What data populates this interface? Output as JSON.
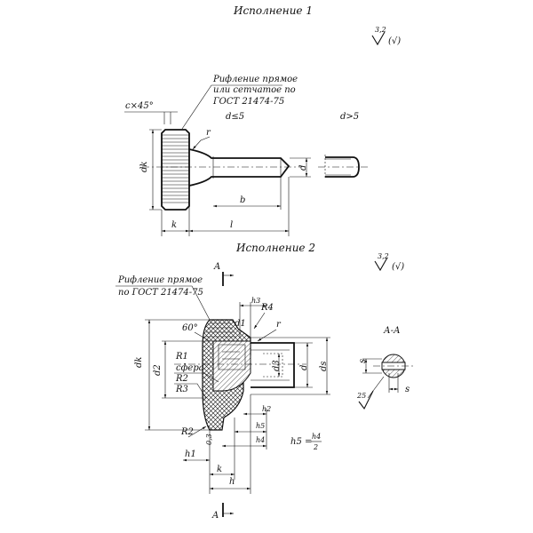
{
  "version1": {
    "title": "Исполнение 1",
    "roughness": {
      "value": "3,2",
      "paren": "(√)"
    },
    "knurl_note": [
      "Рифление прямое",
      "или сетчатое по",
      "ГОСТ 21474-75"
    ],
    "chamfer": "c×45°",
    "cond_small": "d≤5",
    "cond_large": "d>5",
    "dim_r": "r",
    "dim_dk": "dk",
    "dim_d": "d",
    "dim_b": "b",
    "dim_k": "k",
    "dim_l": "l"
  },
  "version2": {
    "title": "Исполнение 2",
    "roughness": {
      "value": "3,2",
      "paren": "(√)"
    },
    "knurl_note": [
      "Рифление прямое",
      "по ГОСТ 21474-75"
    ],
    "section_letter": "A",
    "section_title": "А-А",
    "angle": "60°",
    "dim_h3": "h3",
    "dim_R4": "R4",
    "dim_r": "r",
    "dim_d1": "d1",
    "dim_dk": "dk",
    "dim_d2": "d2",
    "dim_R1": "R1",
    "sphere": "сфера",
    "dim_R2": "R2",
    "dim_R3": "R3",
    "dim_d3": "d3",
    "dim_d": "d",
    "dim_ds": "ds",
    "dim_h2": "h2",
    "dim_h5": "h5",
    "dim_h4": "h4",
    "dim_R2b": "R2",
    "dim_03": "0,3",
    "dim_h1": "h1",
    "dim_k": "k",
    "dim_h": "h",
    "formula_lhs": "h5 =",
    "formula_num": "h4",
    "formula_den": "2",
    "dim_s1": "s",
    "dim_s2": "s",
    "rough_25": "25"
  }
}
